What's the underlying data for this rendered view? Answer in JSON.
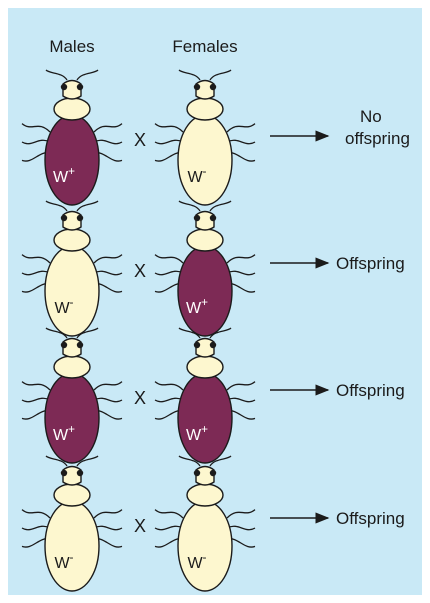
{
  "headers": {
    "males": "Males",
    "females": "Females"
  },
  "cross_symbol": "X",
  "crosses": [
    {
      "male": {
        "base": "W",
        "sign": "+"
      },
      "female": {
        "base": "W",
        "sign": "-"
      },
      "result_lines": [
        "No",
        "offspring"
      ]
    },
    {
      "male": {
        "base": "W",
        "sign": "-"
      },
      "female": {
        "base": "W",
        "sign": "+"
      },
      "result_lines": [
        "Offspring"
      ]
    },
    {
      "male": {
        "base": "W",
        "sign": "+"
      },
      "female": {
        "base": "W",
        "sign": "+"
      },
      "result_lines": [
        "Offspring"
      ]
    },
    {
      "male": {
        "base": "W",
        "sign": "-"
      },
      "female": {
        "base": "W",
        "sign": "-"
      },
      "result_lines": [
        "Offspring"
      ]
    }
  ],
  "colors": {
    "panel_bg": "#c9e9f6",
    "infected_body": "#7d2a55",
    "uninfected_body": "#fdf7cf",
    "outline": "#1b1b1b",
    "infected_text": "#ffffff",
    "uninfected_text": "#1b1b1b"
  }
}
